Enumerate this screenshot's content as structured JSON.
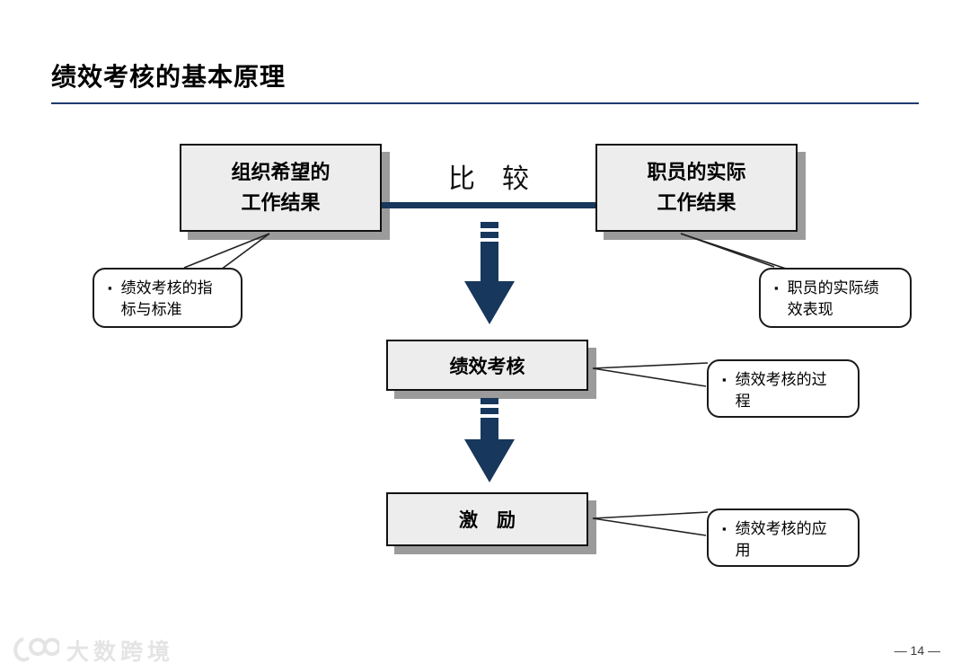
{
  "slide": {
    "title": "绩效考核的基本原理",
    "page_number": "— 14 —",
    "watermark_text": "大数跨境"
  },
  "diagram": {
    "compare_label": "比　较",
    "boxes": {
      "expected": {
        "line1": "组织希望的",
        "line2": "工作结果"
      },
      "actual": {
        "line1": "职员的实际",
        "line2": "工作结果"
      },
      "appraisal": {
        "label": "绩效考核"
      },
      "motivation": {
        "label": "激　励"
      }
    },
    "callouts": {
      "left": {
        "bullet": "▪",
        "text": "绩效考核的指标与标准"
      },
      "right": {
        "bullet": "▪",
        "text": "职员的实际绩效表现"
      },
      "process": {
        "bullet": "▪",
        "text": "绩效考核的过程"
      },
      "application": {
        "bullet": "▪",
        "text": "绩效考核的应用"
      }
    },
    "colors": {
      "navy": "#17375C",
      "underline_blue": "#1F3A6E",
      "box_fill": "#EDEDED",
      "box_shadow": "#9B9B9B"
    }
  }
}
